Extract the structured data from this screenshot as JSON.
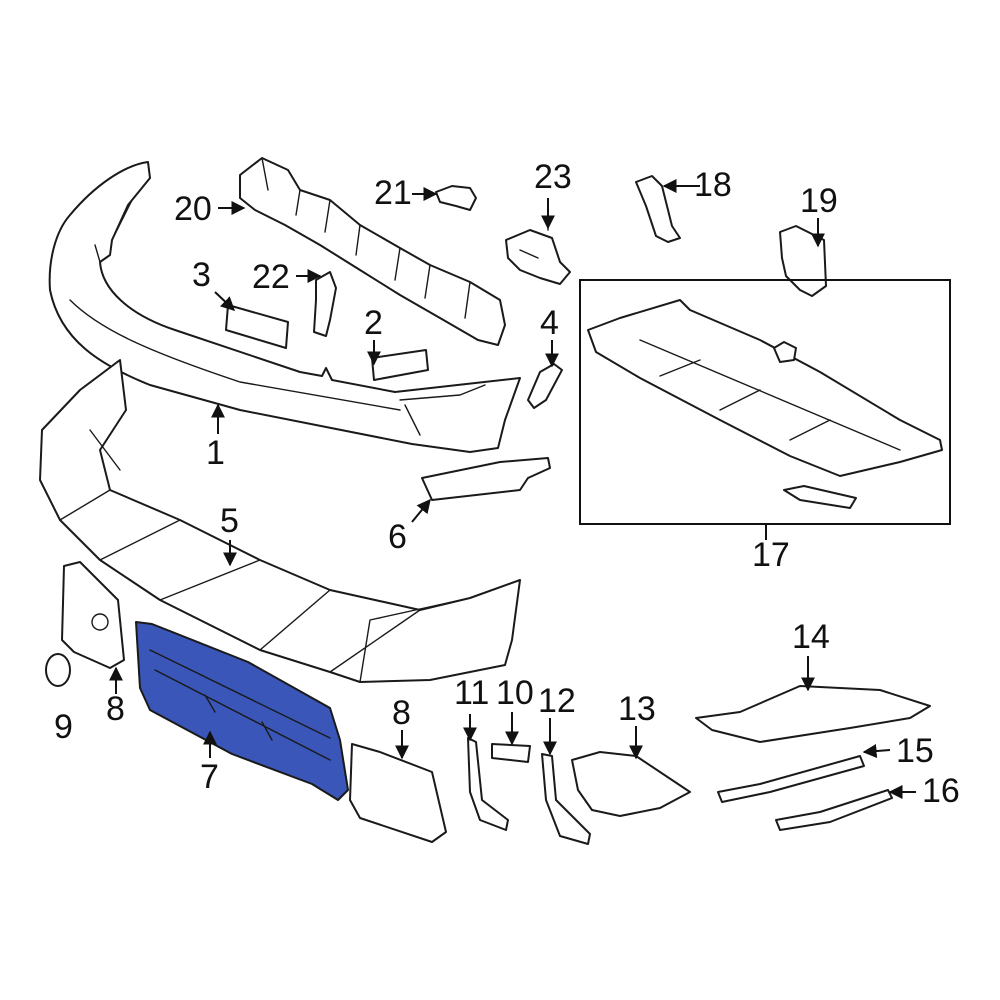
{
  "diagram": {
    "highlight_color": "#3a56b8",
    "line_color": "#1a1a1a",
    "background": "#ffffff",
    "highlighted_part": "7",
    "callouts": {
      "c1": "1",
      "c2": "2",
      "c3": "3",
      "c4": "4",
      "c5": "5",
      "c6": "6",
      "c7": "7",
      "c8a": "8",
      "c8b": "8",
      "c9": "9",
      "c10": "10",
      "c11": "11",
      "c12": "12",
      "c13": "13",
      "c14": "14",
      "c15": "15",
      "c16": "16",
      "c17": "17",
      "c18": "18",
      "c19": "19",
      "c20": "20",
      "c21": "21",
      "c22": "22",
      "c23": "23"
    }
  }
}
